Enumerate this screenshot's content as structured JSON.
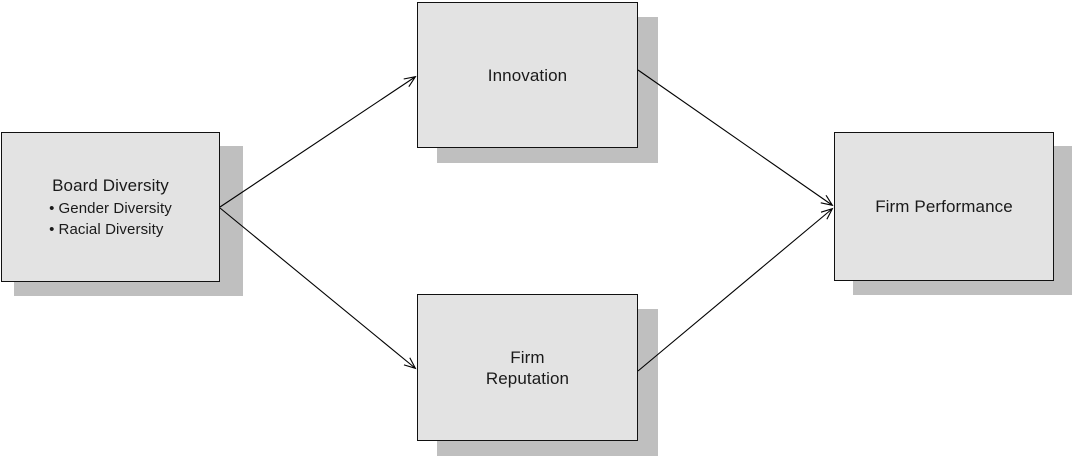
{
  "diagram": {
    "type": "conceptual-framework",
    "background_color": "#ffffff",
    "node_fill_color": "#e3e3e3",
    "node_border_color": "#111111",
    "node_shadow_color": "#bfbfbf",
    "edge_color": "#000000",
    "nodes": [
      {
        "id": "board-diversity",
        "title": "Board Diversity",
        "bullets": [
          "Gender Diversity",
          "Racial Diversity"
        ],
        "bullet_glyph": "•"
      },
      {
        "id": "innovation",
        "title": "Innovation",
        "bullets": []
      },
      {
        "id": "firm-reputation",
        "title": "Firm\nReputation",
        "bullets": []
      },
      {
        "id": "firm-performance",
        "title": "Firm Performance",
        "bullets": []
      }
    ],
    "edges": [
      {
        "id": "edge-board-to-innovation",
        "from": "board-diversity",
        "to": "innovation",
        "arrowhead": true
      },
      {
        "id": "edge-board-to-firm-reputation",
        "from": "board-diversity",
        "to": "firm-reputation",
        "arrowhead": true
      },
      {
        "id": "edge-innovation-to-performance",
        "from": "innovation",
        "to": "firm-performance",
        "arrowhead": true
      },
      {
        "id": "edge-reputation-to-performance",
        "from": "firm-reputation",
        "to": "firm-performance",
        "arrowhead": true
      }
    ]
  }
}
